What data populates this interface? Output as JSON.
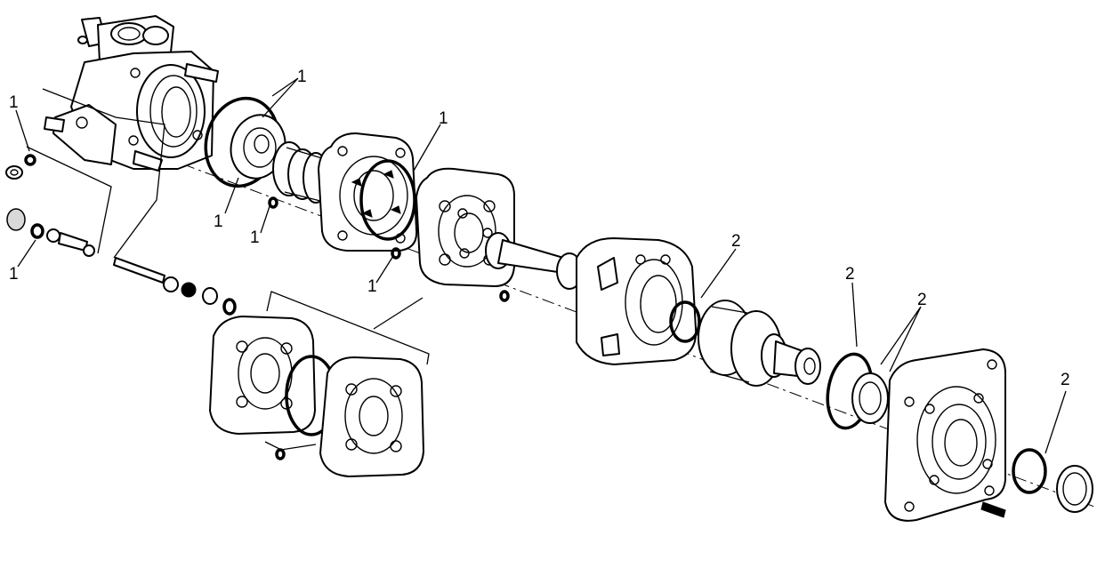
{
  "callouts": {
    "c1": "1",
    "c2": "1",
    "c3": "1",
    "c4": "1",
    "c5": "1",
    "c6": "1",
    "c7": "1",
    "c8": "2",
    "c9": "2",
    "c10": "2",
    "c11": "2"
  }
}
